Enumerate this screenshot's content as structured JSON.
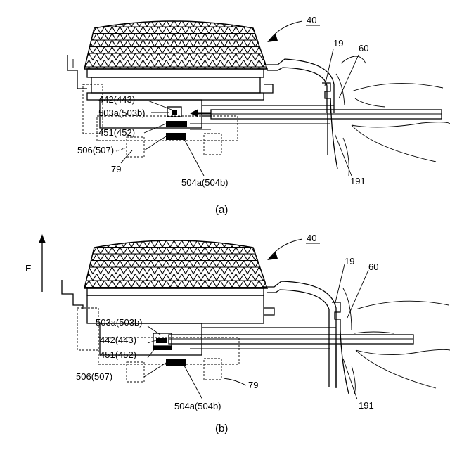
{
  "colors": {
    "ink": "#000000",
    "background": "#ffffff"
  },
  "figure_a": {
    "caption": "(a)",
    "ref_40": "40",
    "labels": {
      "l19": "19",
      "l60": "60",
      "l442": "442(443)",
      "l503": "503a(503b)",
      "l451": "451(452)",
      "l506": "506(507)",
      "l79": "79",
      "l504": "504a(504b)",
      "l191": "191"
    }
  },
  "figure_b": {
    "caption": "(b)",
    "ref_40": "40",
    "direction_label": "E",
    "labels": {
      "l19": "19",
      "l60": "60",
      "l503": "503a(503b)",
      "l442": "442(443)",
      "l451": "451(452)",
      "l506": "506(507)",
      "l79": "79",
      "l504": "504a(504b)",
      "l191": "191"
    }
  }
}
